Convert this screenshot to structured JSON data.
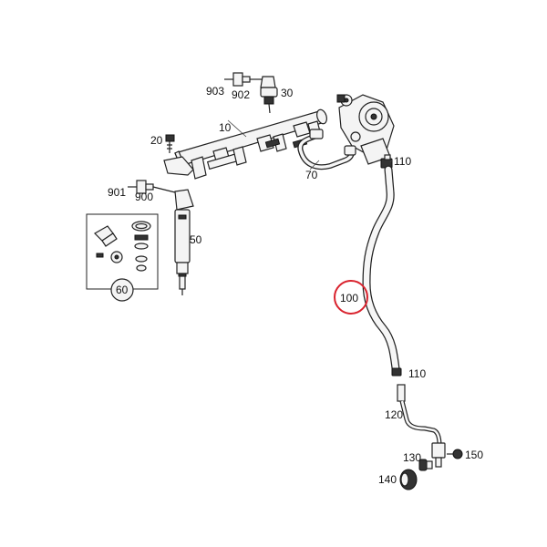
{
  "diagram": {
    "highlight_color": "#d9232e",
    "callouts": {
      "p10": "10",
      "p20": "20",
      "p30": "30",
      "p50": "50",
      "p60": "60",
      "p70": "70",
      "p100": "100",
      "p110_top": "110",
      "p110_bottom": "110",
      "p120": "120",
      "p130": "130",
      "p140": "140",
      "p150": "150",
      "p900": "900",
      "p901": "901",
      "p902": "902",
      "p903": "903"
    }
  }
}
